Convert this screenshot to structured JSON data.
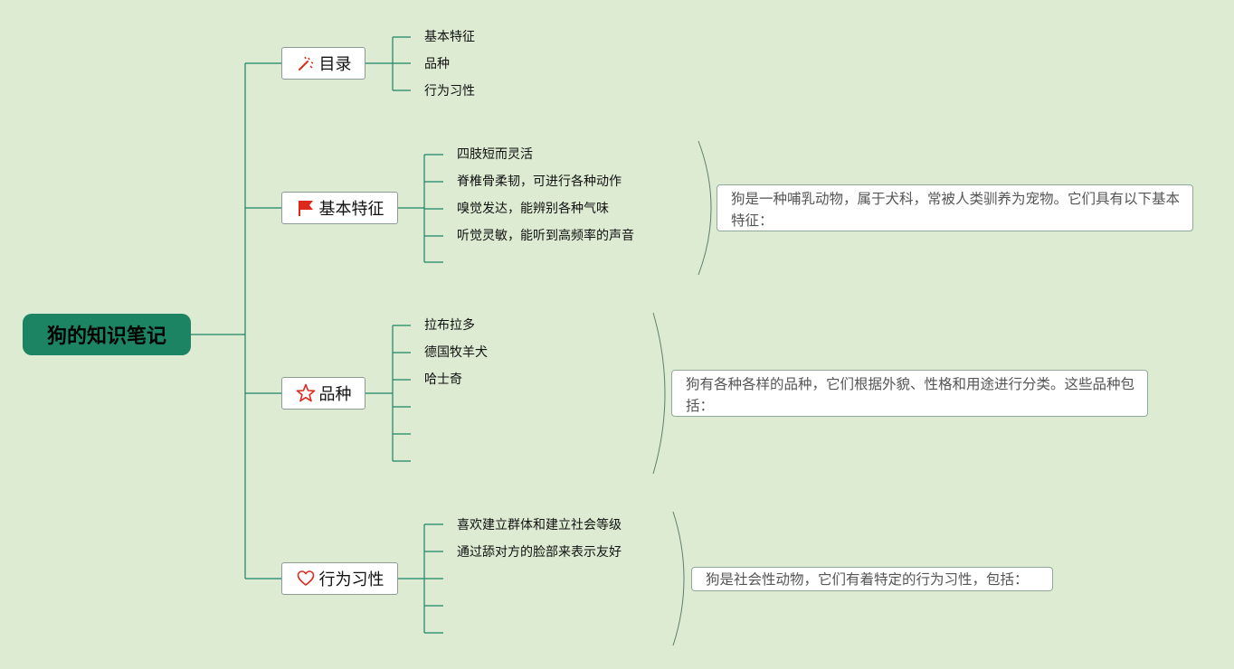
{
  "root": {
    "title": "狗的知识笔记"
  },
  "topics": {
    "toc": {
      "label": "目录",
      "icon": "magic-wand-icon",
      "items": [
        "基本特征",
        "品种",
        "行为习性"
      ]
    },
    "features": {
      "label": "基本特征",
      "icon": "red-flag-icon",
      "items": [
        "四肢短而灵活",
        "脊椎骨柔韧，可进行各种动作",
        "嗅觉发达，能辨别各种气味",
        "听觉灵敏，能听到高频率的声音",
        ""
      ],
      "note": "狗是一种哺乳动物，属于犬科，常被人类驯养为宠物。它们具有以下基本特征："
    },
    "breeds": {
      "label": "品种",
      "icon": "star-outline-icon",
      "items": [
        "拉布拉多",
        "德国牧羊犬",
        "哈士奇",
        "",
        "",
        ""
      ],
      "note": "狗有各种各样的品种，它们根据外貌、性格和用途进行分类。这些品种包括："
    },
    "behavior": {
      "label": "行为习性",
      "icon": "heart-outline-icon",
      "items": [
        "喜欢建立群体和建立社会等级",
        "通过舔对方的脸部来表示友好",
        "",
        "",
        ""
      ],
      "note": "狗是社会性动物，它们有着特定的行为习性，包括："
    }
  },
  "colors": {
    "background": "#dcebd2",
    "root": "#1c8463",
    "line": "#1c8463",
    "brace": "#5f7f6c",
    "icon_red": "#e0291d"
  }
}
